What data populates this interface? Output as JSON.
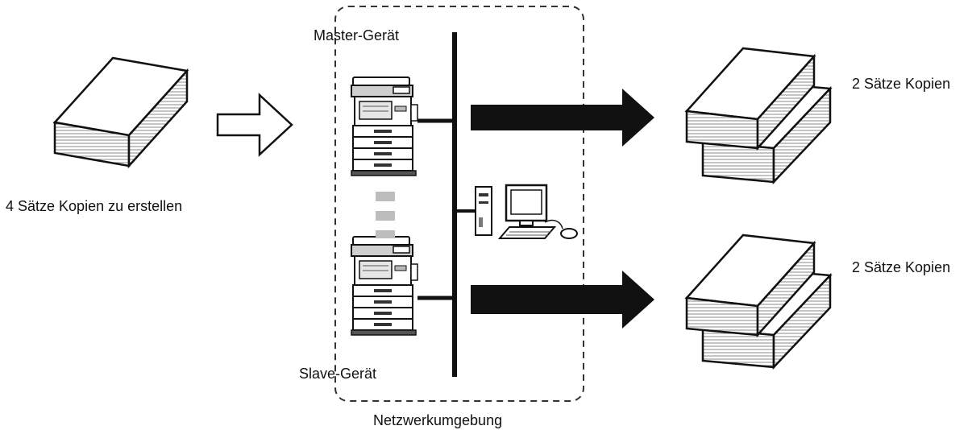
{
  "labels": {
    "source": "4 Sätze Kopien zu erstellen",
    "master": "Master-Gerät",
    "slave": "Slave-Gerät",
    "network": "Netzwerkumgebung",
    "output_top": "2 Sätze Kopien",
    "output_bottom": "2 Sätze Kopien"
  },
  "icons": {
    "source_stack": "paper-stack-icon",
    "input_arrow": "hollow-arrow-right-icon",
    "master_device": "copier-icon",
    "slave_device": "copier-icon",
    "computer": "desktop-computer-icon",
    "output_arrows": "solid-arrow-right-icon"
  },
  "colors": {
    "line": "#111111",
    "link_dash": "#bdbdbd",
    "boundary": "#333333"
  }
}
